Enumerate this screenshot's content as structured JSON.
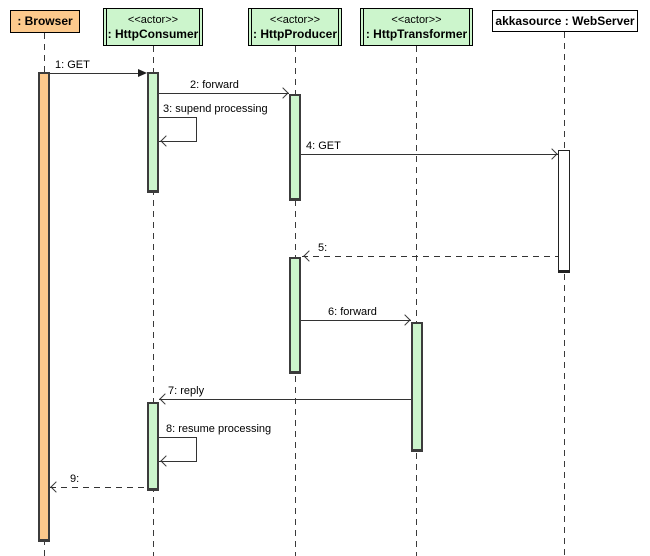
{
  "diagram": {
    "type": "uml-sequence",
    "participants": [
      {
        "name": ": Browser",
        "stereotype": "",
        "role": "object"
      },
      {
        "name": ": HttpConsumer",
        "stereotype": "<<actor>>",
        "role": "actor"
      },
      {
        "name": ": HttpProducer",
        "stereotype": "<<actor>>",
        "role": "actor"
      },
      {
        "name": ": HttpTransformer",
        "stereotype": "<<actor>>",
        "role": "actor"
      },
      {
        "name": "akkasource : WebServer",
        "stereotype": "",
        "role": "object"
      }
    ],
    "messages": [
      {
        "label": "1: GET",
        "from": ": Browser",
        "to": ": HttpConsumer",
        "line": "solid",
        "arrow": "filled"
      },
      {
        "label": "2: forward",
        "from": ": HttpConsumer",
        "to": ": HttpProducer",
        "line": "solid",
        "arrow": "open"
      },
      {
        "label": "3: supend processing",
        "from": ": HttpConsumer",
        "to": ": HttpConsumer",
        "line": "solid",
        "arrow": "open",
        "self": true
      },
      {
        "label": "4: GET",
        "from": ": HttpProducer",
        "to": "akkasource : WebServer",
        "line": "solid",
        "arrow": "open"
      },
      {
        "label": "5:",
        "from": "akkasource : WebServer",
        "to": ": HttpProducer",
        "line": "dashed",
        "arrow": "open"
      },
      {
        "label": "6: forward",
        "from": ": HttpProducer",
        "to": ": HttpTransformer",
        "line": "solid",
        "arrow": "open"
      },
      {
        "label": "7: reply",
        "from": ": HttpTransformer",
        "to": ": HttpConsumer",
        "line": "solid",
        "arrow": "open"
      },
      {
        "label": "8: resume processing",
        "from": ": HttpConsumer",
        "to": ": HttpConsumer",
        "line": "solid",
        "arrow": "open",
        "self": true
      },
      {
        "label": "9:",
        "from": ": HttpConsumer",
        "to": ": Browser",
        "line": "dashed",
        "arrow": "open"
      }
    ],
    "colors": {
      "object_fill": "#FCC98C",
      "actor_fill": "#CCF5CC",
      "server_fill": "#FFFFFF",
      "line": "#333333",
      "border": "#000000"
    }
  }
}
